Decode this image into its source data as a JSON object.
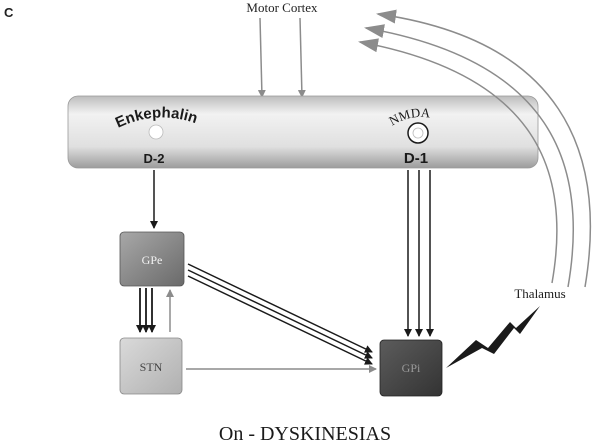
{
  "panel_label": "C",
  "labels": {
    "motor_cortex": "Motor Cortex",
    "enkephalin": "Enkephalin",
    "d2": "D-2",
    "nmda": "NMDA",
    "d1": "D-1",
    "gpe": "GPe",
    "stn": "STN",
    "gpi": "GPi",
    "thalamus": "Thalamus",
    "caption": "On - DYSKINESIAS"
  },
  "colors": {
    "striatum": "#e6e6e6",
    "gpe_box": "#8a8a8a",
    "stn_box": "#c8c8c8",
    "gpi_box": "#4a4a4a",
    "arrow_dark": "#1a1a1a",
    "arrow_gray": "#8c8c8c"
  }
}
